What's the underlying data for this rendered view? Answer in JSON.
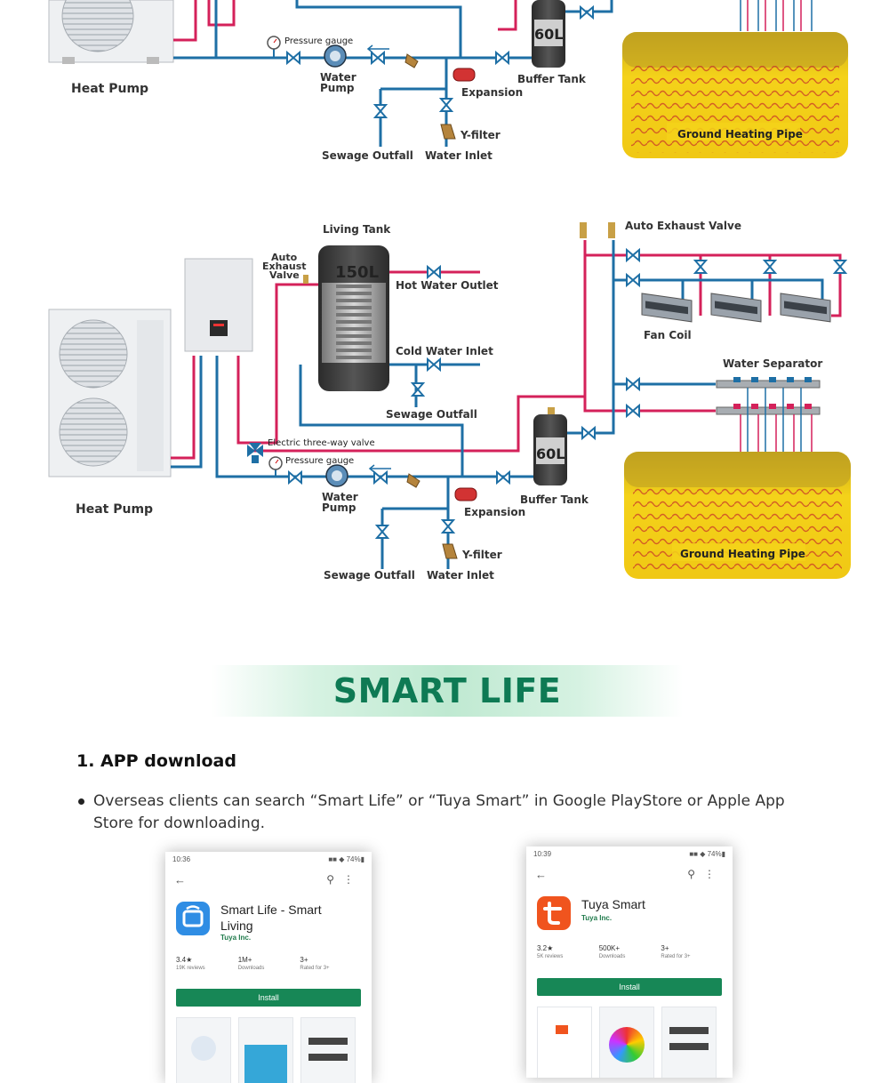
{
  "diagram1": {
    "heat_pump": "Heat Pump",
    "pressure_gauge": "Pressure gauge",
    "water_pump": [
      "Water",
      "Pump"
    ],
    "expansion": "Expansion",
    "buffer_tank": "Buffer Tank",
    "buffer_tank_volume": "60L",
    "y_filter": "Y-filter",
    "sewage_outfall": "Sewage Outfall",
    "water_inlet": "Water Inlet",
    "ground_heating_pipe": "Ground Heating Pipe"
  },
  "diagram2": {
    "living_tank": "Living Tank",
    "living_tank_volume": "150L",
    "auto_exhaust_valve_left": [
      "Auto",
      "Exhaust",
      "Valve"
    ],
    "hot_water_outlet": "Hot Water Outlet",
    "cold_water_inlet": "Cold Water Inlet",
    "sewage_outfall_tank": "Sewage Outfall",
    "auto_exhaust_valve_top": "Auto Exhaust Valve",
    "fan_coil": "Fan Coil",
    "water_separator": "Water Separator",
    "electric_three_way_valve": "Electric three-way valve",
    "pressure_gauge": "Pressure gauge",
    "water_pump": [
      "Water",
      "Pump"
    ],
    "expansion": "Expansion",
    "buffer_tank": "Buffer Tank",
    "buffer_tank_volume": "60L",
    "y_filter": "Y-filter",
    "sewage_outfall": "Sewage Outfall",
    "water_inlet": "Water Inlet",
    "heat_pump": "Heat Pump",
    "ground_heating_pipe": "Ground Heating Pipe"
  },
  "banner": {
    "title": "SMART LIFE"
  },
  "section": {
    "title": "1. APP download",
    "bullet": "Overseas clients can search “Smart Life” or “Tuya Smart” in Google PlayStore or Apple App Store for downloading."
  },
  "phones": [
    {
      "time": "10:36",
      "status_icons": "■■ ◆ 74%▮",
      "app_name": "Smart Life - Smart Living",
      "developer": "Tuya Inc.",
      "rating": "3.4★",
      "reviews": "19K reviews",
      "downloads": "1M+",
      "downloads_label": "Downloads",
      "rated": "3+",
      "rated_label": "Rated for 3+",
      "install": "Install"
    },
    {
      "time": "10:39",
      "status_icons": "■■ ◆ 74%▮",
      "app_name": "Tuya Smart",
      "developer": "Tuya Inc.",
      "rating": "3.2★",
      "reviews": "5K reviews",
      "downloads": "500K+",
      "downloads_label": "Downloads",
      "rated": "3+",
      "rated_label": "Rated for 3+",
      "install": "Install"
    }
  ],
  "colors": {
    "hot_pipe": "#d4215a",
    "cold_pipe": "#1e6fa5",
    "tank": "#3a3a3a",
    "floor": "#f0c814",
    "banner_text": "#0e7a54",
    "install": "#178756",
    "smartlife_logo": "#2f8de4",
    "tuya_logo": "#f0541e"
  }
}
